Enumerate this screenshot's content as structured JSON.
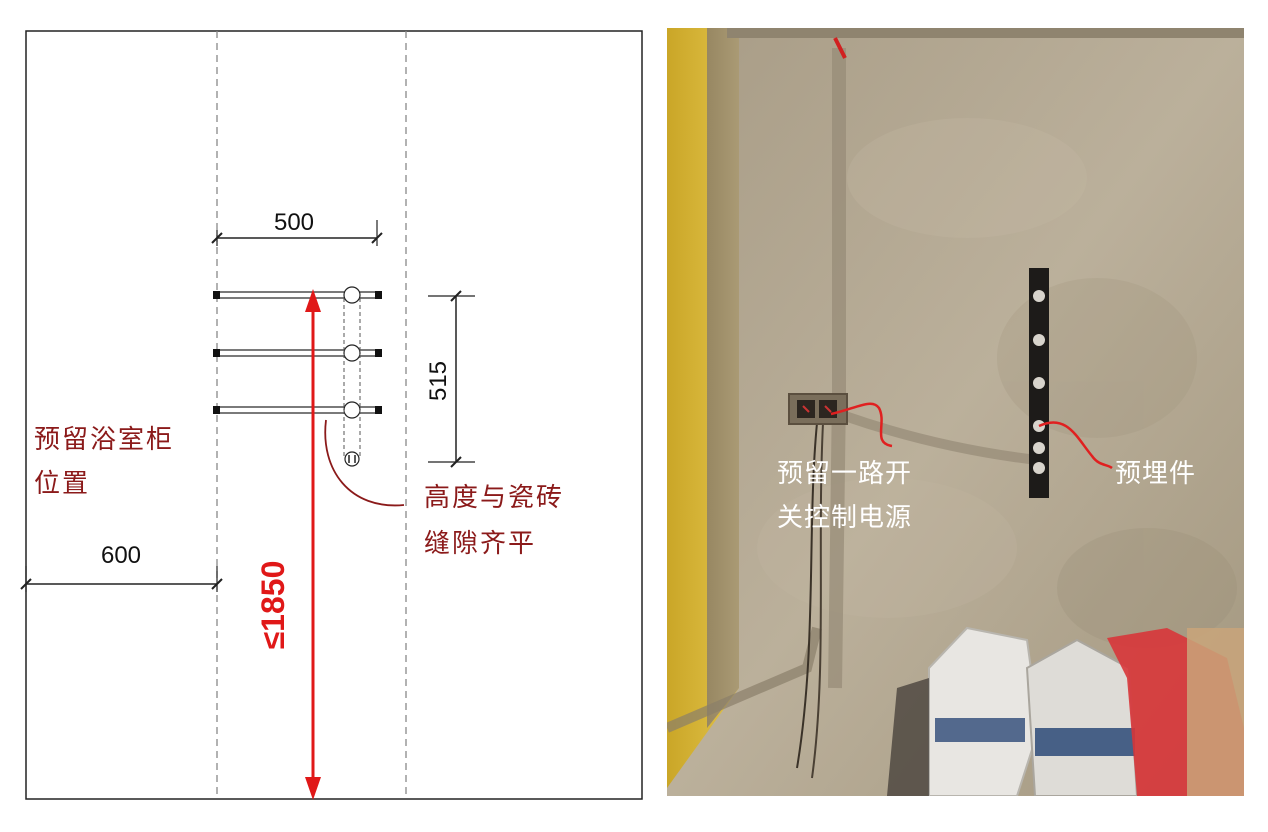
{
  "diagram": {
    "dim_top_width": "500",
    "dim_bay_spacing": "515",
    "dim_cabinet_width": "600",
    "dim_height_max": "≤1850",
    "label_cabinet_line1": "预留浴室柜",
    "label_cabinet_line2": "位置",
    "label_tile_line1": "高度与瓷砖",
    "label_tile_line2": "缝隙齐平",
    "colors": {
      "annotation_red": "#8b1a1a",
      "arrow_red": "#e01818",
      "line_gray": "#888888"
    }
  },
  "photo": {
    "label_switch_line1": "预留一路开",
    "label_switch_line2": "关控制电源",
    "label_embedded": "预埋件",
    "colors": {
      "wall": "#b7ab97",
      "yellow_wall": "#d9b93a",
      "leader_red": "#e02020"
    }
  }
}
